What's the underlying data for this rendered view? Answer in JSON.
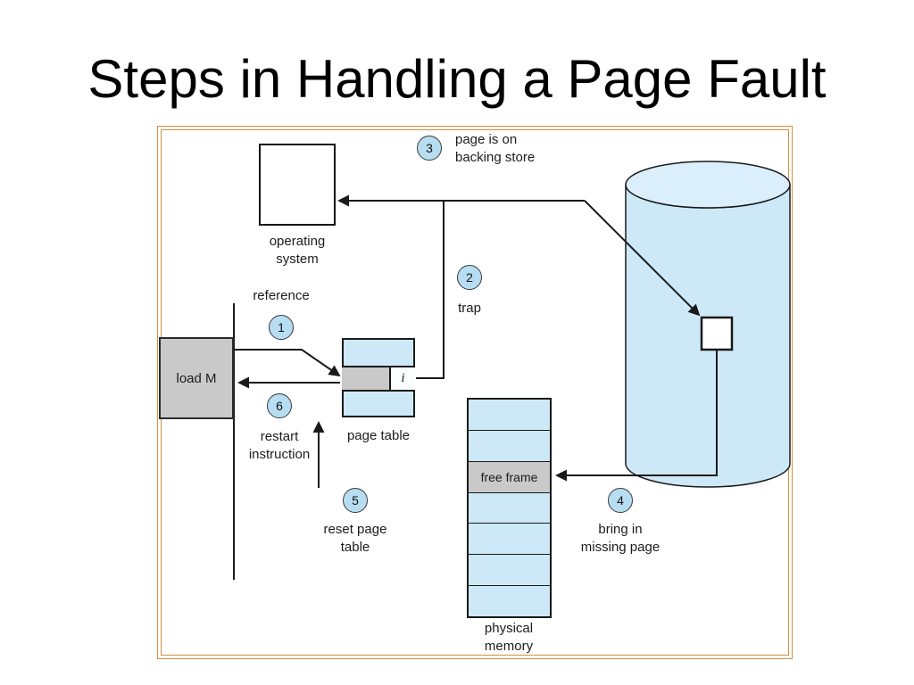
{
  "slide": {
    "title": "Steps in Handling a Page Fault"
  },
  "nodes": {
    "operating_system": "operating\nsystem",
    "load_m": "load M",
    "page_table": "page table",
    "page_table_flag": "i",
    "free_frame": "free frame",
    "physical_memory": "physical\nmemory"
  },
  "steps": [
    {
      "num": "1",
      "label": "reference"
    },
    {
      "num": "2",
      "label": "trap"
    },
    {
      "num": "3",
      "label": "page is on\nbacking store"
    },
    {
      "num": "4",
      "label": "bring in\nmissing page"
    },
    {
      "num": "5",
      "label": "reset page\ntable"
    },
    {
      "num": "6",
      "label": "restart\ninstruction"
    }
  ],
  "colors": {
    "frame_border": "#cf9140",
    "node_fill": "#cde9f8",
    "cylinder_top_fill": "#daeefb",
    "gray_fill": "#c9c9c9",
    "step_fill": "#b7ddf2",
    "line": "#1a1a1a"
  }
}
